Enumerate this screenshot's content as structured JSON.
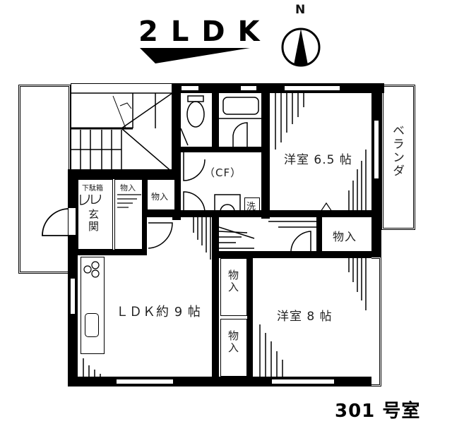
{
  "header": {
    "layout_type": "2LDK",
    "compass_label": "N"
  },
  "unit_number": "301 号室",
  "rooms": {
    "western_room_1": "洋室 6.5 帖",
    "western_room_2": "洋室 8 帖",
    "ldk": "ＬＤＫ約 9 帖",
    "toilet_washroom": "（CF）",
    "entrance": "玄関",
    "balcony": "ベランダ",
    "shoe_box": "下駄箱",
    "washer": "洗",
    "storage_entry_1": "物入",
    "storage_entry_2": "物入",
    "storage_room1": "物入",
    "storage_ldk_1": "物入",
    "storage_ldk_2": "物入"
  },
  "colors": {
    "wall": "#000000",
    "background": "#ffffff",
    "text": "#222222"
  }
}
